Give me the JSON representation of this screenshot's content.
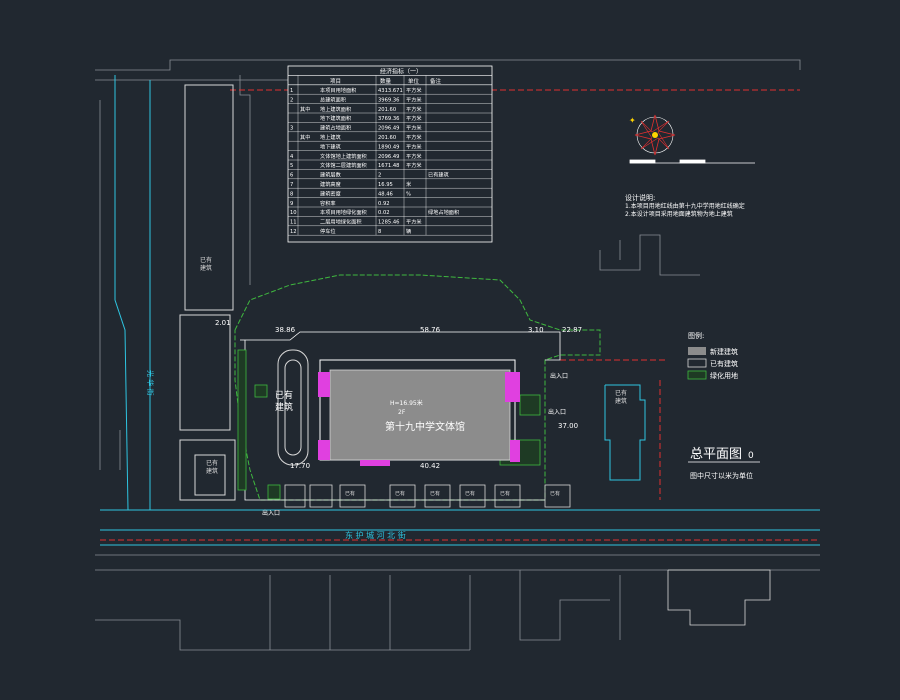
{
  "drawing": {
    "title": "总平面图",
    "title_suffix": "0",
    "unit_note": "图中尺寸以米为单位",
    "building_name": "第十九中学文体馆",
    "building_height_note": "H=16.95米",
    "building_floors": "2F",
    "road_name": "东 护 城 河 北 街",
    "road_name_west": "光 华 街"
  },
  "table": {
    "title": "经济指标（一）",
    "headers": [
      "项目",
      "数量",
      "单位",
      "备注"
    ],
    "rows": [
      [
        "1",
        "",
        "本项目用地面积",
        "4313.671",
        "平方米",
        ""
      ],
      [
        "2",
        "",
        "总建筑面积",
        "3969.36",
        "平方米",
        ""
      ],
      [
        "",
        "其中",
        "地上建筑面积",
        "201.60",
        "平方米",
        ""
      ],
      [
        "",
        "",
        "地下建筑面积",
        "3769.36",
        "平方米",
        ""
      ],
      [
        "3",
        "",
        "建筑占地面积",
        "2096.49",
        "平方米",
        ""
      ],
      [
        "",
        "其中",
        "地上建筑",
        "201.60",
        "平方米",
        ""
      ],
      [
        "",
        "",
        "地下建筑",
        "1890.49",
        "平方米",
        ""
      ],
      [
        "4",
        "",
        "文体馆地上建筑面积",
        "2096.49",
        "平方米",
        ""
      ],
      [
        "5",
        "",
        "文体馆二层建筑面积",
        "1671.48",
        "平方米",
        ""
      ],
      [
        "6",
        "",
        "建筑层数",
        "2",
        "",
        "已有建筑"
      ],
      [
        "7",
        "",
        "建筑高度",
        "16.95",
        "米",
        ""
      ],
      [
        "8",
        "",
        "建筑密度",
        "48.46",
        "%",
        ""
      ],
      [
        "9",
        "",
        "容积率",
        "0.92",
        "",
        ""
      ],
      [
        "10",
        "",
        "本项目用地绿化面积",
        "0.02",
        "",
        "绿地占地面积"
      ],
      [
        "11",
        "",
        "二层用地绿化面积",
        "1285.46",
        "平方米",
        ""
      ],
      [
        "12",
        "",
        "停车位",
        "8",
        "辆",
        ""
      ]
    ]
  },
  "design_notes": {
    "heading": "设计说明:",
    "lines": [
      "1.本项目用地红线由第十九中学用地红线确定",
      "2.本设计项目采用地面建筑物为地上建筑"
    ]
  },
  "legend": {
    "heading": "图例:",
    "items": [
      {
        "label": "新建建筑",
        "color": "#8c8c8c"
      },
      {
        "label": "已有建筑",
        "color": "#d8d8d8"
      },
      {
        "label": "绿化用地",
        "color": "#3fb83f"
      }
    ]
  },
  "labels": {
    "existing_building": "已有建筑",
    "existing_building_2": "已有",
    "existing_building_2b": "建筑",
    "entrance": "出入口",
    "dim_1": "38.86",
    "dim_2": "58.76",
    "dim_3": "3.10",
    "dim_4": "22.87",
    "dim_5": "2.01",
    "dim_6": "17.70",
    "dim_7": "40.42",
    "dim_8": "37.00"
  },
  "colors": {
    "background": "#212830",
    "new_building": "#8c8c8c",
    "existing_building": "#d8d8d8",
    "green": "#3fb83f",
    "red_line": "#e03030",
    "cyan_road": "#2ec4e0",
    "magenta": "#e040e0",
    "white": "#ffffff"
  }
}
